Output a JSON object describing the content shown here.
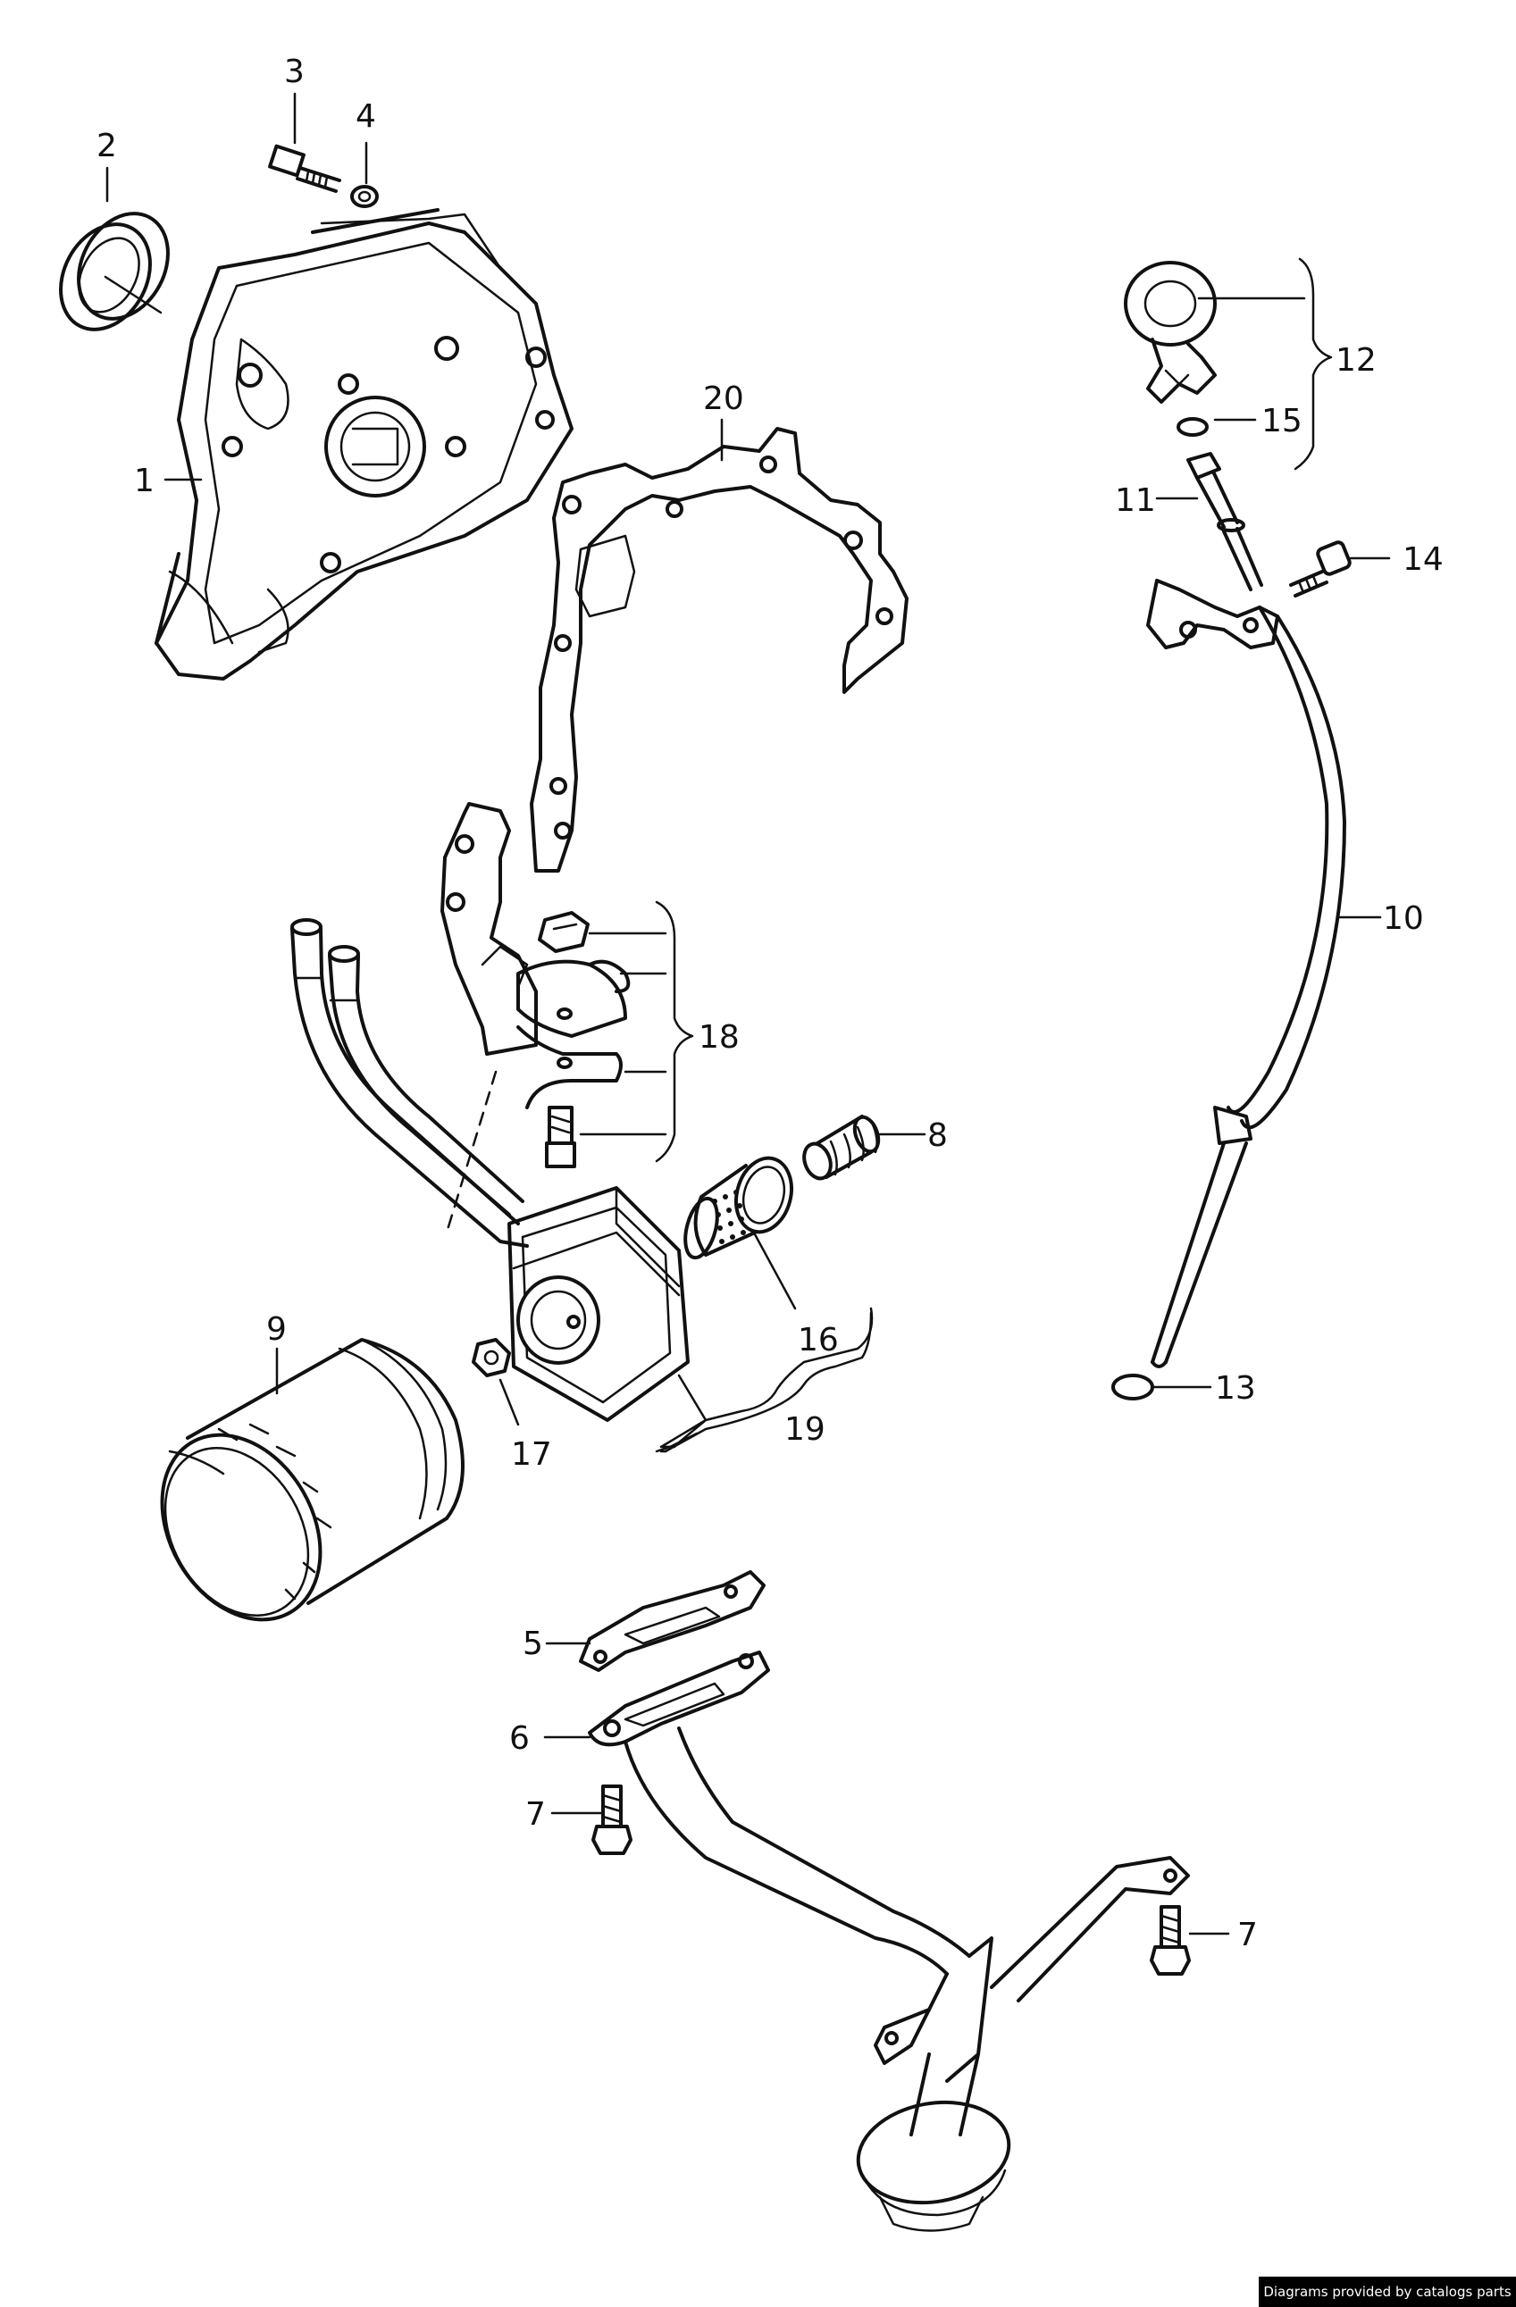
{
  "callouts": {
    "c1": "1",
    "c2": "2",
    "c3": "3",
    "c4": "4",
    "c5": "5",
    "c6": "6",
    "c7a": "7",
    "c7b": "7",
    "c8": "8",
    "c9": "9",
    "c10": "10",
    "c11": "11",
    "c12": "12",
    "c13": "13",
    "c14": "14",
    "c15": "15",
    "c16": "16",
    "c17": "17",
    "c18": "18",
    "c19": "19",
    "c20": "20"
  },
  "footer": {
    "credit": "Diagrams provided by catalogs parts"
  },
  "style": {
    "line_color": "#111111",
    "background": "#ffffff",
    "footer_background": "#000000",
    "footer_text": "#ffffff"
  }
}
